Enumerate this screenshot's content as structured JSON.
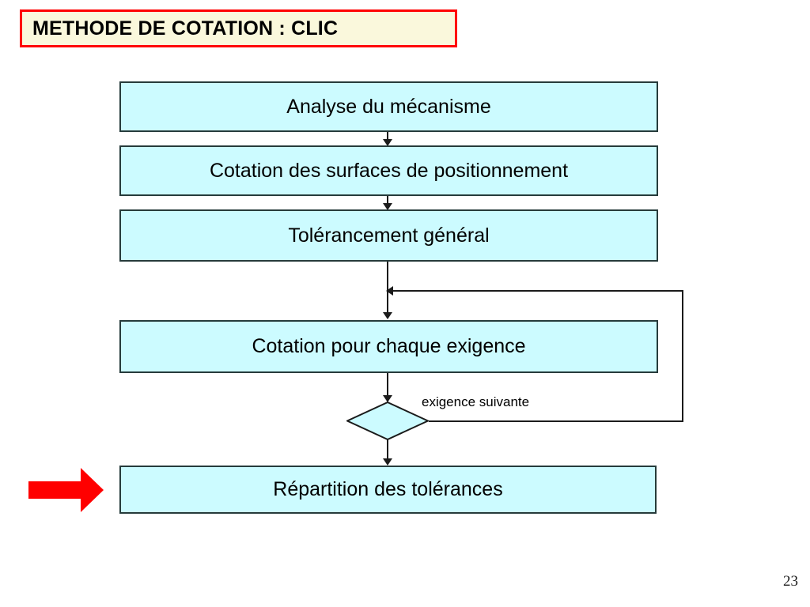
{
  "slide": {
    "title": "METHODE DE COTATION : CLIC",
    "page_number": "23",
    "colors": {
      "title_background": "#FAF8DC",
      "title_border": "#FF0000",
      "box_fill": "#CCFBFF",
      "box_border": "#263B3B",
      "connector": "#1B1B1B",
      "pointer_arrow": "#FF0000",
      "canvas": "#FFFFFF"
    }
  },
  "flowchart": {
    "type": "flowchart",
    "orientation": "top-to-bottom",
    "steps": [
      {
        "id": "analyse",
        "label": "Analyse du mécanisme",
        "shape": "rectangle"
      },
      {
        "id": "cotation-surf",
        "label": "Cotation des surfaces de positionnement",
        "shape": "rectangle"
      },
      {
        "id": "tolerancement",
        "label": "Tolérancement général",
        "shape": "rectangle"
      },
      {
        "id": "cotation-exig",
        "label": "Cotation pour chaque exigence",
        "shape": "rectangle"
      },
      {
        "id": "decision",
        "label": "",
        "shape": "diamond"
      },
      {
        "id": "repartition",
        "label": "Répartition des tolérances",
        "shape": "rectangle"
      }
    ],
    "loop": {
      "label": "exigence suivante",
      "from": "decision",
      "to": "cotation-exig"
    },
    "pointer": {
      "icon": "red-right-arrow",
      "points_at": "repartition"
    }
  }
}
